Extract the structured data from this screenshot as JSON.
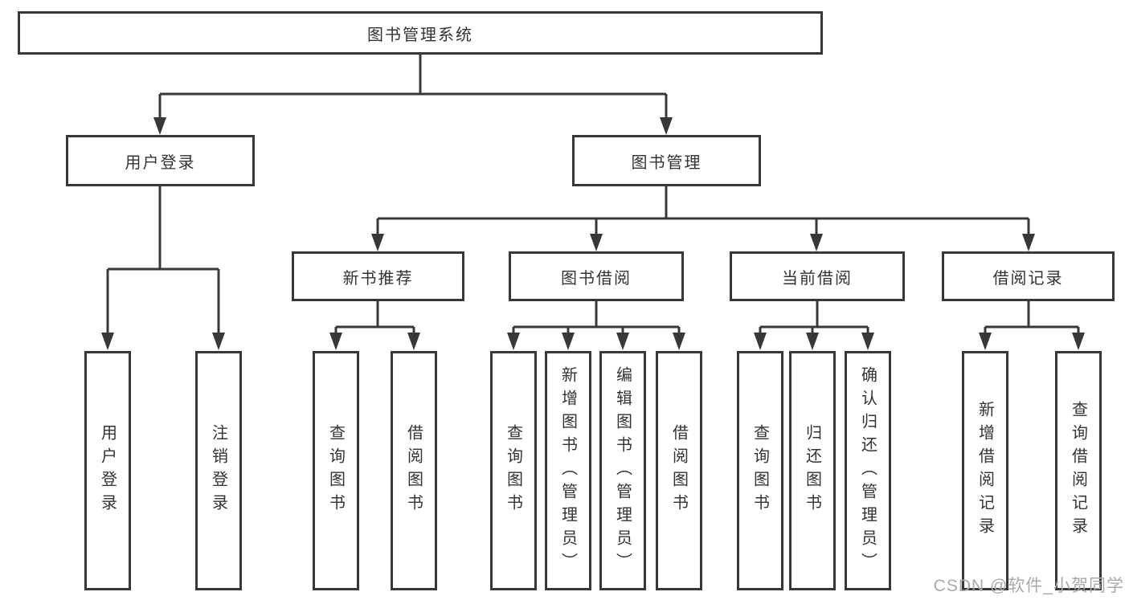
{
  "nodes": {
    "root": "图书管理系统",
    "user_login": "用户登录",
    "book_mgmt": "图书管理",
    "new_books": "新书推荐",
    "book_borrow": "图书借阅",
    "current_borrow": "当前借阅",
    "borrow_records": "借阅记录",
    "leaf_user_login": "用户登录",
    "leaf_logout": "注销登录",
    "leaf_nb_query": "查询图书",
    "leaf_nb_borrow": "借阅图书",
    "leaf_bb_query": "查询图书",
    "leaf_bb_add": "新增图书（管理员）",
    "leaf_bb_edit": "编辑图书（管理员）",
    "leaf_bb_borrow": "借阅图书",
    "leaf_cb_query": "查询图书",
    "leaf_cb_return": "归还图书",
    "leaf_cb_confirm": "确认归还（管理员）",
    "leaf_br_add": "新增借阅记录",
    "leaf_br_query": "查询借阅记录"
  },
  "watermark": "CSDN @软件_小贺同学",
  "colors": {
    "line": "#383838",
    "text": "#333333",
    "watermark": "#a7aaad",
    "background": "#ffffff"
  }
}
